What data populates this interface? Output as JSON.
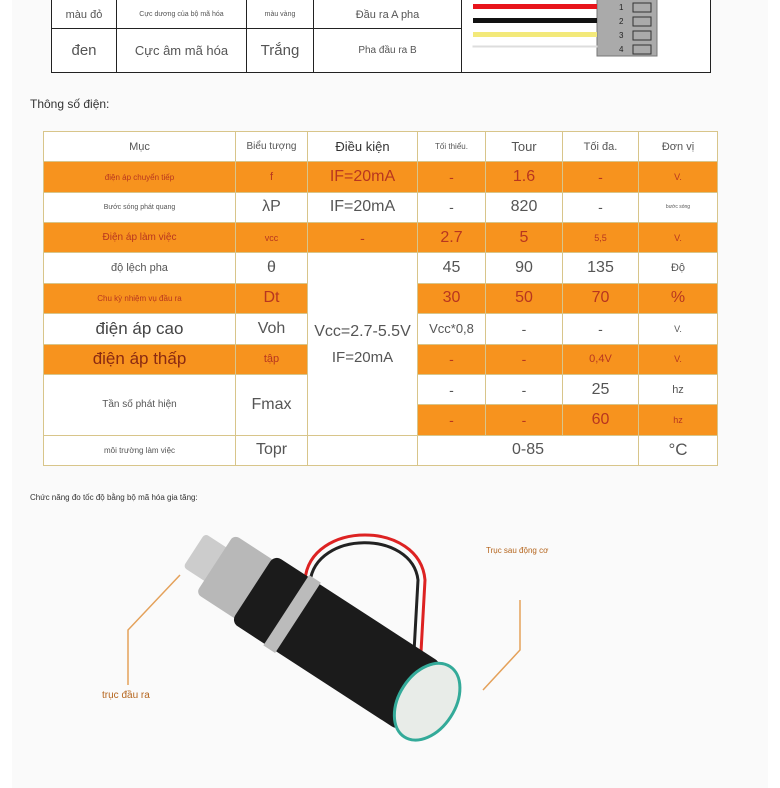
{
  "pin_table": {
    "rows": [
      [
        "màu đỏ",
        "Cực dương của bộ mã hóa",
        "màu vàng",
        "Đầu ra A pha"
      ],
      [
        "đen",
        "Cực âm mã hóa",
        "Trắng",
        "Pha đầu ra B"
      ]
    ],
    "pins": [
      "1",
      "2",
      "3",
      "4"
    ],
    "wire_colors": [
      "#e8141b",
      "#111111",
      "#f3e97a",
      "#ffffff"
    ]
  },
  "electrical": {
    "title": "Thông số điện:",
    "headers": [
      "Mục",
      "Biểu tượng",
      "Điều kiện",
      "Tối thiểu.",
      "Tour",
      "Tối đa.",
      "Đơn vị"
    ],
    "rows": [
      {
        "item": "điện áp chuyển tiếp",
        "symbol": "f",
        "condition": "IF=20mA",
        "min": "-",
        "typ": "1.6",
        "max": "-",
        "unit": "V."
      },
      {
        "item": "Bước sóng phát quang",
        "symbol": "λP",
        "condition": "IF=20mA",
        "min": "-",
        "typ": "820",
        "max": "-",
        "unit": "bước sóng"
      },
      {
        "item": "Điện áp làm việc",
        "symbol": "vcc",
        "condition": "-",
        "min": "2.7",
        "typ": "5",
        "max": "5,5",
        "unit": "V."
      },
      {
        "item": "độ lệch pha",
        "symbol": "θ",
        "min": "45",
        "typ": "90",
        "max": "135",
        "unit": "Độ"
      },
      {
        "item": "Chu kỳ nhiệm vụ đầu ra",
        "symbol": "Dt",
        "min": "30",
        "typ": "50",
        "max": "70",
        "unit": "%"
      },
      {
        "item": "điện áp cao",
        "symbol": "Voh",
        "min": "Vcc*0,8",
        "typ": "-",
        "max": "-",
        "unit": "V."
      },
      {
        "item": "điện áp thấp",
        "symbol": "tập",
        "min": "-",
        "typ": "-",
        "max": "0,4V",
        "unit": "V."
      },
      {
        "item": "Tần số phát hiện",
        "symbol": "Fmax",
        "min": "-",
        "typ": "-",
        "max": "25",
        "unit": "hz"
      },
      {
        "min": "-",
        "typ": "-",
        "max": "60",
        "unit": "hz"
      },
      {
        "item": "môi trường làm việc",
        "symbol": "Topr",
        "range": "0-85",
        "unit": "°C"
      }
    ],
    "shared_condition_1": "Vcc=2.7-5.5V",
    "shared_condition_2": "IF=20mA",
    "accent": "#f7931e"
  },
  "encoder": {
    "title": "Chức năng đo tốc độ bằng bộ mã hóa gia tăng:",
    "label_rear": "Trục sau động cơ",
    "label_output": "trục đầu ra"
  }
}
